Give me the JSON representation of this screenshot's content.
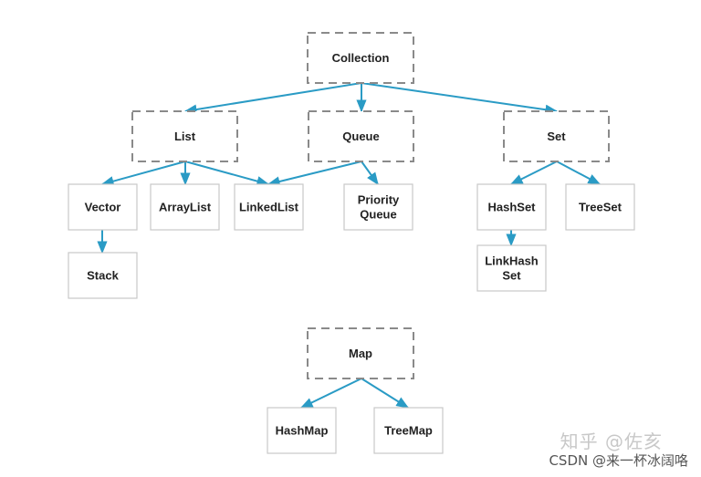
{
  "colors": {
    "arrow": "#2a9bc5",
    "dashed_border": "#8a8a8a",
    "solid_border": "#c8c8c8",
    "label": "#222222"
  },
  "nodes": {
    "collection": {
      "label": "Collection",
      "style": "dashed"
    },
    "list": {
      "label": "List",
      "style": "dashed"
    },
    "queue": {
      "label": "Queue",
      "style": "dashed"
    },
    "set": {
      "label": "Set",
      "style": "dashed"
    },
    "vector": {
      "label": "Vector",
      "style": "solid"
    },
    "arraylist": {
      "label": "ArrayList",
      "style": "solid"
    },
    "linkedlist": {
      "label": "LinkedList",
      "style": "solid"
    },
    "priorityqueue": {
      "label": "Priority\nQueue",
      "style": "solid"
    },
    "hashset": {
      "label": "HashSet",
      "style": "solid"
    },
    "treeset": {
      "label": "TreeSet",
      "style": "solid"
    },
    "stack": {
      "label": "Stack",
      "style": "solid"
    },
    "linkedhashset": {
      "label": "LinkHash\nSet",
      "style": "solid"
    },
    "map": {
      "label": "Map",
      "style": "dashed"
    },
    "hashmap": {
      "label": "HashMap",
      "style": "solid"
    },
    "treemap": {
      "label": "TreeMap",
      "style": "solid"
    }
  },
  "edges": [
    {
      "from": "collection",
      "to": "list"
    },
    {
      "from": "collection",
      "to": "queue"
    },
    {
      "from": "collection",
      "to": "set"
    },
    {
      "from": "list",
      "to": "vector"
    },
    {
      "from": "list",
      "to": "arraylist"
    },
    {
      "from": "list",
      "to": "linkedlist"
    },
    {
      "from": "queue",
      "to": "linkedlist"
    },
    {
      "from": "queue",
      "to": "priorityqueue"
    },
    {
      "from": "set",
      "to": "hashset"
    },
    {
      "from": "set",
      "to": "treeset"
    },
    {
      "from": "vector",
      "to": "stack"
    },
    {
      "from": "hashset",
      "to": "linkedhashset"
    },
    {
      "from": "map",
      "to": "hashmap"
    },
    {
      "from": "map",
      "to": "treemap"
    }
  ],
  "watermarks": {
    "zhihu": "知乎 @佐亥",
    "csdn": "CSDN @来一杯冰阔咯"
  }
}
